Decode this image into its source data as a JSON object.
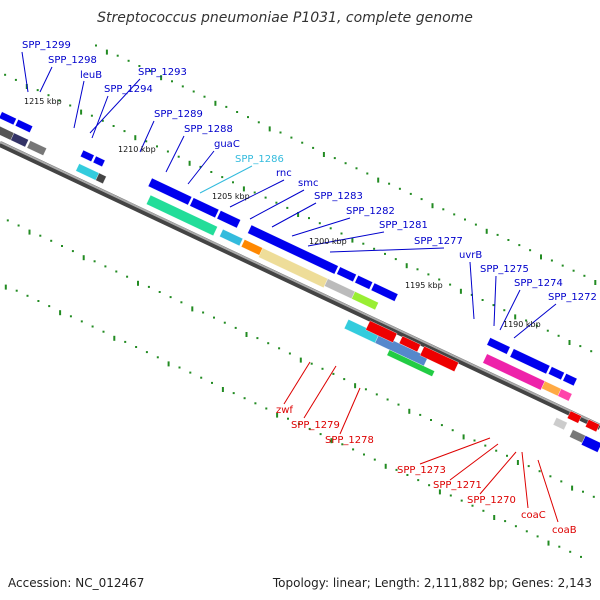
{
  "title": "Streptococcus pneumoniae P1031, complete genome",
  "accession": "Accession: NC_012467",
  "summary": "Topology: linear; Length: 2,111,882 bp; Genes: 2,143",
  "kbp_ticks": [
    "1215 kbp",
    "1210 kbp",
    "1205 kbp",
    "1200 kbp",
    "1195 kbp",
    "1190 kbp"
  ],
  "top_labels": [
    {
      "text": "SPP_1299",
      "color": "#0000cc"
    },
    {
      "text": "SPP_1298",
      "color": "#0000cc"
    },
    {
      "text": "leuB",
      "color": "#0000cc"
    },
    {
      "text": "SPP_1293",
      "color": "#0000cc"
    },
    {
      "text": "SPP_1294",
      "color": "#0000cc"
    },
    {
      "text": "SPP_1289",
      "color": "#0000cc"
    },
    {
      "text": "SPP_1288",
      "color": "#0000cc"
    },
    {
      "text": "guaC",
      "color": "#0000cc"
    },
    {
      "text": "SPP_1286",
      "color": "#33bbdd"
    },
    {
      "text": "rnc",
      "color": "#0000cc"
    },
    {
      "text": "smc",
      "color": "#0000cc"
    },
    {
      "text": "SPP_1283",
      "color": "#0000cc"
    },
    {
      "text": "SPP_1282",
      "color": "#0000cc"
    },
    {
      "text": "SPP_1281",
      "color": "#0000cc"
    },
    {
      "text": "SPP_1277",
      "color": "#0000cc"
    },
    {
      "text": "uvrB",
      "color": "#0000cc"
    },
    {
      "text": "SPP_1275",
      "color": "#0000cc"
    },
    {
      "text": "SPP_1274",
      "color": "#0000cc"
    },
    {
      "text": "SPP_1272",
      "color": "#0000cc"
    }
  ],
  "bottom_labels": [
    {
      "text": "zwf",
      "color": "#dd0000"
    },
    {
      "text": "SPP_1279",
      "color": "#dd0000"
    },
    {
      "text": "SPP_1278",
      "color": "#dd0000"
    },
    {
      "text": "SPP_1273",
      "color": "#dd0000"
    },
    {
      "text": "SPP_1271",
      "color": "#dd0000"
    },
    {
      "text": "SPP_1270",
      "color": "#dd0000"
    },
    {
      "text": "coaC",
      "color": "#dd0000"
    },
    {
      "text": "coaB",
      "color": "#dd0000"
    }
  ],
  "colors": {
    "forward_gene": "#0000ee",
    "reverse_gene": "#ee0000",
    "backbone": "#888888",
    "tick": "#228b22"
  }
}
